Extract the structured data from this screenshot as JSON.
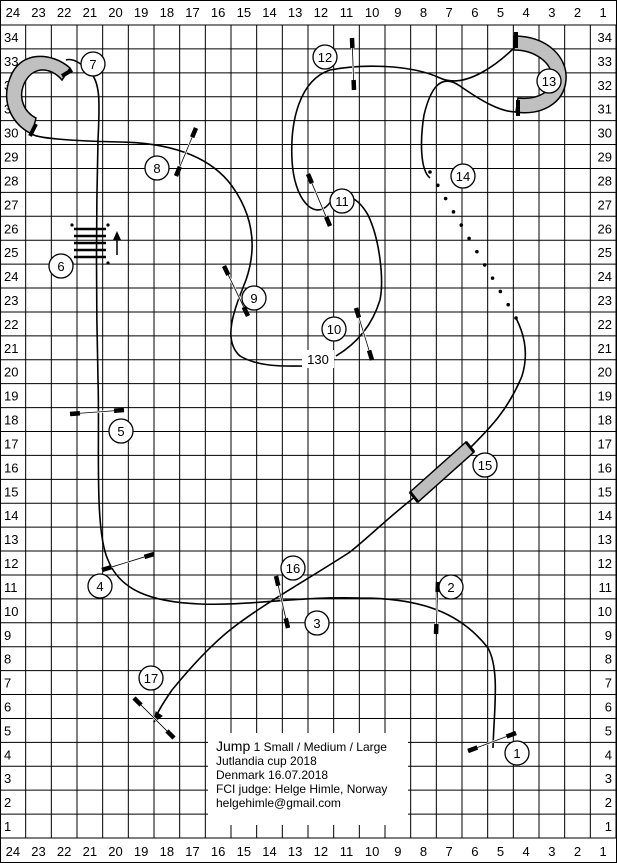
{
  "grid": {
    "col_labels": [
      "24",
      "23",
      "22",
      "21",
      "20",
      "19",
      "18",
      "17",
      "16",
      "15",
      "14",
      "13",
      "12",
      "11",
      "10",
      "9",
      "8",
      "7",
      "6",
      "5",
      "4",
      "3",
      "2",
      "1"
    ],
    "row_labels": [
      "34",
      "33",
      "32",
      "31",
      "30",
      "29",
      "28",
      "27",
      "26",
      "25",
      "24",
      "23",
      "22",
      "21",
      "20",
      "19",
      "18",
      "17",
      "16",
      "15",
      "14",
      "13",
      "12",
      "11",
      "10",
      "9",
      "8",
      "7",
      "6",
      "5",
      "4",
      "3",
      "2",
      "1"
    ]
  },
  "obstacles": [
    {
      "number": "1",
      "kind": "jump"
    },
    {
      "number": "2",
      "kind": "jump"
    },
    {
      "number": "3",
      "kind": "jump"
    },
    {
      "number": "4",
      "kind": "jump"
    },
    {
      "number": "5",
      "kind": "jump"
    },
    {
      "number": "6",
      "kind": "long-jump"
    },
    {
      "number": "7",
      "kind": "tunnel"
    },
    {
      "number": "8",
      "kind": "jump"
    },
    {
      "number": "9",
      "kind": "jump"
    },
    {
      "number": "10",
      "kind": "jump"
    },
    {
      "number": "11",
      "kind": "jump"
    },
    {
      "number": "12",
      "kind": "jump"
    },
    {
      "number": "13",
      "kind": "tunnel"
    },
    {
      "number": "14",
      "kind": "weave-poles"
    },
    {
      "number": "15",
      "kind": "tire"
    },
    {
      "number": "16",
      "kind": "jump"
    },
    {
      "number": "17",
      "kind": "jump"
    }
  ],
  "course_length": "130",
  "info": {
    "line1_big": "Jump",
    "line1_rest": " 1 Small / Medium / Large",
    "event": "Jutlandia cup 2018",
    "date": "Denmark 16.07.2018",
    "judge": "FCI judge: Helge Himle, Norway",
    "email": "helgehimle@gmail.com"
  }
}
